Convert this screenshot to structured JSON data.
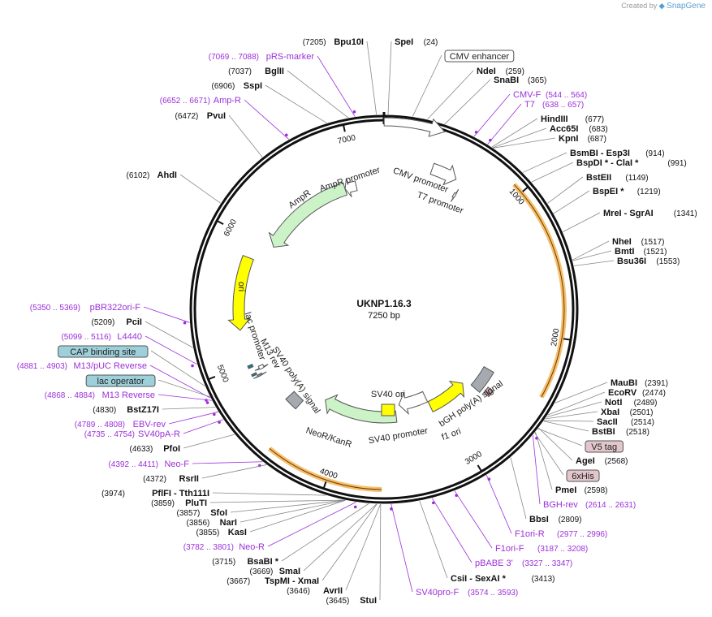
{
  "credit": {
    "prefix": "Created by",
    "brand": "SnapGene"
  },
  "plasmid": {
    "name": "UKNP1.16.3",
    "length_label": "7250 bp",
    "length": 7250
  },
  "ticks": [
    {
      "bp": 1000,
      "label": "1000"
    },
    {
      "bp": 2000,
      "label": "2000"
    },
    {
      "bp": 3000,
      "label": "3000"
    },
    {
      "bp": 4000,
      "label": "4000"
    },
    {
      "bp": 5000,
      "label": "5000"
    },
    {
      "bp": 6000,
      "label": "6000"
    },
    {
      "bp": 7000,
      "label": "7000"
    }
  ],
  "features": [
    {
      "name": "CMV enhancer",
      "start": 1,
      "end": 380,
      "color": "#ffffff",
      "strand": 1,
      "label": "CMV enhancer",
      "label_style": "box",
      "label_bg": "#ffffff"
    },
    {
      "name": "CMV promoter",
      "start": 381,
      "end": 584,
      "color": "#ffffff",
      "strand": 1,
      "label": "CMV promoter",
      "label_style": "text"
    },
    {
      "name": "T7 promoter",
      "start": 629,
      "end": 647,
      "color": "#ffffff",
      "strand": 1,
      "label": "T7 promoter",
      "label_style": "text"
    },
    {
      "name": "bGH poly(A) signal",
      "start": 2414,
      "end": 2638,
      "color": "#a5aab1",
      "strand": 0,
      "label": "bGH poly(A) signal",
      "label_style": "text"
    },
    {
      "name": "V5 tag",
      "start": 2553,
      "end": 2594,
      "color": "#c7a0a8",
      "strand": 0,
      "label": "V5 tag",
      "label_style": "box",
      "label_bg": "#e2c6cc"
    },
    {
      "name": "6xHis",
      "start": 2597,
      "end": 2614,
      "color": "#c7a0a8",
      "strand": 0,
      "label": "6xHis",
      "label_style": "box",
      "label_bg": "#e2c6cc"
    },
    {
      "name": "f1 ori",
      "start": 2684,
      "end": 3112,
      "color": "#ffff00",
      "strand": -1,
      "label": "f1 ori",
      "label_style": "text"
    },
    {
      "name": "SV40 promoter",
      "start": 3118,
      "end": 3447,
      "color": "#ffffff",
      "strand": 1,
      "label": "SV40 promoter",
      "label_style": "text"
    },
    {
      "name": "NeoR/KanR",
      "start": 3494,
      "end": 4288,
      "color": "#ccf2c8",
      "strand": 1,
      "label": "NeoR/KanR",
      "label_style": "text"
    },
    {
      "name": "SV40 poly(A) signal",
      "start": 4462,
      "end": 4583,
      "color": "#a5aab1",
      "strand": 0,
      "label": "SV40 poly(A) signal",
      "label_style": "text"
    },
    {
      "name": "M13 rev",
      "start": 4868,
      "end": 4884,
      "color": "#6d8fb4",
      "strand": -1,
      "label": "M13 rev",
      "label_style": "text"
    },
    {
      "name": "lac operator",
      "start": 4892,
      "end": 4908,
      "color": "#1f7a8c",
      "strand": 0,
      "label": "lac operator",
      "label_style": "box",
      "label_bg": "#9dd0da"
    },
    {
      "name": "lac promoter",
      "start": 4916,
      "end": 4946,
      "color": "#ffffff",
      "strand": -1,
      "label": "lac promoter",
      "label_style": "text"
    },
    {
      "name": "CAP binding site",
      "start": 4961,
      "end": 4982,
      "color": "#1f7a8c",
      "strand": 0,
      "label": "CAP binding site",
      "label_style": "box",
      "label_bg": "#9dd0da"
    },
    {
      "name": "ori",
      "start": 5270,
      "end": 5858,
      "color": "#ffff00",
      "strand": -1,
      "label": "ori",
      "label_style": "text"
    },
    {
      "name": "AmpR",
      "start": 6029,
      "end": 6889,
      "color": "#ccf2c8",
      "strand": -1,
      "label": "AmpR",
      "label_style": "text"
    },
    {
      "name": "AmpR promoter",
      "start": 6890,
      "end": 6994,
      "color": "#ffffff",
      "strand": -1,
      "label": "AmpR promoter",
      "label_style": "text"
    },
    {
      "name": "SV40 ori",
      "start": 3298,
      "end": 3433,
      "color": "#ffff00",
      "strand": 0,
      "label": "SV40 ori",
      "label_style": "text"
    }
  ],
  "orange_arcs": [
    {
      "start": 930,
      "end": 2400
    },
    {
      "start": 3640,
      "end": 4420
    }
  ],
  "sites_right": [
    {
      "name": "SpeI",
      "pos": "(24)",
      "label_style": "site"
    },
    {
      "name": "CMV enhancer",
      "pos": "",
      "label_style": "box"
    },
    {
      "name": "NdeI",
      "pos": "(259)",
      "label_style": "site"
    },
    {
      "name": "SnaBI",
      "pos": "(365)",
      "label_style": "site"
    },
    {
      "name": "CMV-F",
      "pos": "(544 .. 564)",
      "label_style": "primer"
    },
    {
      "name": "T7",
      "pos": "(638 .. 657)",
      "label_style": "primer"
    },
    {
      "name": "HindIII",
      "pos": "(677)",
      "label_style": "site"
    },
    {
      "name": "Acc65I",
      "pos": "(683)",
      "label_style": "site"
    },
    {
      "name": "KpnI",
      "pos": "(687)",
      "label_style": "site"
    },
    {
      "name": "BsmBI - Esp3I",
      "pos": "(914)",
      "label_style": "site"
    },
    {
      "name": "BspDI * - ClaI *",
      "pos": "(991)",
      "label_style": "site"
    },
    {
      "name": "BstEII",
      "pos": "(1149)",
      "label_style": "site"
    },
    {
      "name": "BspEI *",
      "pos": "(1219)",
      "label_style": "site"
    },
    {
      "name": "MreI - SgrAI",
      "pos": "(1341)",
      "label_style": "site"
    },
    {
      "name": "NheI",
      "pos": "(1517)",
      "label_style": "site"
    },
    {
      "name": "BmtI",
      "pos": "(1521)",
      "label_style": "site"
    },
    {
      "name": "Bsu36I",
      "pos": "(1553)",
      "label_style": "site"
    },
    {
      "name": "MauBI",
      "pos": "(2391)",
      "label_style": "site"
    },
    {
      "name": "EcoRV",
      "pos": "(2474)",
      "label_style": "site"
    },
    {
      "name": "NotI",
      "pos": "(2489)",
      "label_style": "site"
    },
    {
      "name": "XbaI",
      "pos": "(2501)",
      "label_style": "site"
    },
    {
      "name": "SacII",
      "pos": "(2514)",
      "label_style": "site"
    },
    {
      "name": "BstBI",
      "pos": "(2518)",
      "label_style": "site"
    },
    {
      "name": "V5 tag",
      "pos": "",
      "label_style": "box"
    },
    {
      "name": "AgeI",
      "pos": "(2568)",
      "label_style": "site"
    },
    {
      "name": "6xHis",
      "pos": "",
      "label_style": "box"
    },
    {
      "name": "PmeI",
      "pos": "(2598)",
      "label_style": "site"
    },
    {
      "name": "BGH-rev",
      "pos": "(2614 .. 2631)",
      "label_style": "primer"
    },
    {
      "name": "BbsI",
      "pos": "(2809)",
      "label_style": "site"
    },
    {
      "name": "F1ori-R",
      "pos": "(2977 .. 2996)",
      "label_style": "primer"
    },
    {
      "name": "F1ori-F",
      "pos": "(3187 .. 3208)",
      "label_style": "primer"
    },
    {
      "name": "pBABE 3'",
      "pos": "(3327 .. 3347)",
      "label_style": "primer"
    },
    {
      "name": "CsiI - SexAI *",
      "pos": "(3413)",
      "label_style": "site"
    },
    {
      "name": "SV40pro-F",
      "pos": "(3574 .. 3593)",
      "label_style": "primer"
    }
  ],
  "sites_left": [
    {
      "name": "Bpu10I",
      "pos": "(7205)",
      "label_style": "site"
    },
    {
      "name": "pRS-marker",
      "pos": "(7069 .. 7088)",
      "label_style": "primer"
    },
    {
      "name": "BglII",
      "pos": "(7037)",
      "label_style": "site"
    },
    {
      "name": "SspI",
      "pos": "(6906)",
      "label_style": "site"
    },
    {
      "name": "Amp-R",
      "pos": "(6652 .. 6671)",
      "label_style": "primer"
    },
    {
      "name": "PvuI",
      "pos": "(6472)",
      "label_style": "site"
    },
    {
      "name": "AhdI",
      "pos": "(6102)",
      "label_style": "site"
    },
    {
      "name": "pBR322ori-F",
      "pos": "(5350 .. 5369)",
      "label_style": "primer"
    },
    {
      "name": "PciI",
      "pos": "(5209)",
      "label_style": "site"
    },
    {
      "name": "L4440",
      "pos": "(5099 .. 5116)",
      "label_style": "primer"
    },
    {
      "name": "CAP binding site",
      "pos": "",
      "label_style": "box"
    },
    {
      "name": "M13/pUC Reverse",
      "pos": "(4881 .. 4903)",
      "label_style": "primer"
    },
    {
      "name": "lac operator",
      "pos": "",
      "label_style": "box"
    },
    {
      "name": "M13 Reverse",
      "pos": "(4868 .. 4884)",
      "label_style": "primer"
    },
    {
      "name": "BstZ17I",
      "pos": "(4830)",
      "label_style": "site"
    },
    {
      "name": "EBV-rev",
      "pos": "(4789 .. 4808)",
      "label_style": "primer"
    },
    {
      "name": "SV40pA-R",
      "pos": "(4735 .. 4754)",
      "label_style": "primer"
    },
    {
      "name": "PfoI",
      "pos": "(4633)",
      "label_style": "site"
    },
    {
      "name": "Neo-F",
      "pos": "(4392 .. 4411)",
      "label_style": "primer"
    },
    {
      "name": "RsrII",
      "pos": "(4372)",
      "label_style": "site"
    },
    {
      "name": "PflFI - Tth111I",
      "pos": "(3974)",
      "label_style": "site"
    },
    {
      "name": "PluTI",
      "pos": "(3859)",
      "label_style": "site"
    },
    {
      "name": "SfoI",
      "pos": "(3857)",
      "label_style": "site"
    },
    {
      "name": "NarI",
      "pos": "(3856)",
      "label_style": "site"
    },
    {
      "name": "KasI",
      "pos": "(3855)",
      "label_style": "site"
    },
    {
      "name": "Neo-R",
      "pos": "(3782 .. 3801)",
      "label_style": "primer"
    },
    {
      "name": "BsaBI *",
      "pos": "(3715)",
      "label_style": "site"
    },
    {
      "name": "SmaI",
      "pos": "(3669)",
      "label_style": "site"
    },
    {
      "name": "TspMI - XmaI",
      "pos": "(3667)",
      "label_style": "site"
    },
    {
      "name": "AvrII",
      "pos": "(3646)",
      "label_style": "site"
    },
    {
      "name": "StuI",
      "pos": "(3645)",
      "label_style": "site"
    }
  ]
}
